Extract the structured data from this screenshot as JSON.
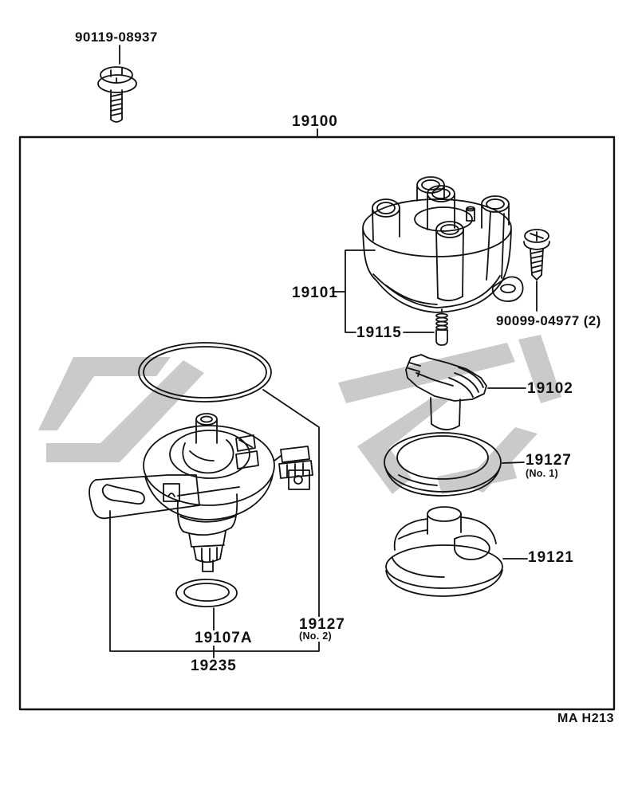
{
  "figure": {
    "type": "parts-catalog-exploded-diagram",
    "subject": "distributor-assembly",
    "footer_code": "MA H213",
    "colors": {
      "ink": "#111111",
      "paper": "#ffffff",
      "watermark": "#cacaca"
    }
  },
  "labels": {
    "flange_bolt": "90119-08937",
    "assembly": "19100",
    "cap": "19101",
    "carbon_contact": "19115",
    "cap_screw": "90099-04977 (2)",
    "rotor": "19102",
    "oring_no1": "19127",
    "oring_no1_note": "(No. 1)",
    "dust_cover": "19121",
    "oring_no2": "19127",
    "oring_no2_note": "(No. 2)",
    "shaft_oring": "19107A",
    "housing": "19235",
    "footer": "MA H213"
  },
  "drawings": [
    {
      "icon": "flange-bolt-drawing",
      "part": "90119-08937"
    },
    {
      "icon": "distributor-cap-drawing",
      "part": "19101"
    },
    {
      "icon": "carbon-contact-drawing",
      "part": "19115"
    },
    {
      "icon": "screw-drawing",
      "part": "90099-04977 (2)"
    },
    {
      "icon": "rotor-drawing",
      "part": "19102"
    },
    {
      "icon": "gasket-ring-drawing",
      "part": "19127 (No. 1)"
    },
    {
      "icon": "dust-cover-drawing",
      "part": "19121"
    },
    {
      "icon": "large-oring-drawing",
      "part": "19127 (No. 2)"
    },
    {
      "icon": "distributor-housing-drawing",
      "part": "19235"
    },
    {
      "icon": "small-oring-drawing",
      "part": "19107A"
    }
  ]
}
